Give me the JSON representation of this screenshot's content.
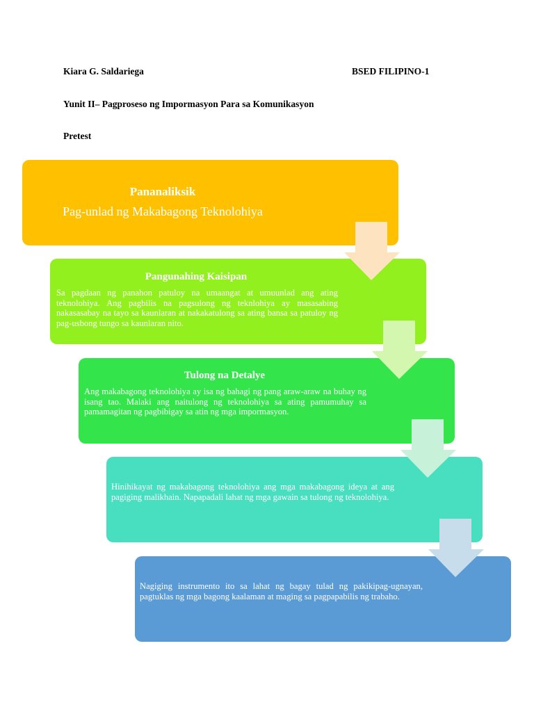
{
  "header": {
    "student_name": "Kiara G. Saldariega",
    "course": "BSED FILIPINO-1",
    "unit_title": "Yunit II– Pagproseso ng Impormasyon Para sa Komunikasyon",
    "test_type": "Pretest"
  },
  "flow": {
    "box1": {
      "title": "Pananaliksik",
      "subtitle": "Pag-unlad ng Makabagong Teknolohiya",
      "color": "#FFC000"
    },
    "box2": {
      "title": "Pangunahing Kaisipan",
      "text": "Sa pagdaan ng panahon patuloy na umaangat at umuunlad ang ating teknolohiya. Ang pagbilis na pagsulong ng teknlohiya ay masasabing nakasasabay na tayo sa kaunlaran at nakakatulong sa ating bansa sa patuloy ng pag-usbong tungo sa kaunlaran nito.",
      "color": "#92F01F"
    },
    "box3": {
      "title": "Tulong na Detalye",
      "text": "Ang makabagong teknolohiya ay isa ng bahagi ng pang araw-araw na buhay ng isang tao. Malaki ang naitulong ng teknolohiya sa ating pamumuhay sa pamamagitan ng pagbibigay sa atin ng mga impormasyon.",
      "color": "#33E54A"
    },
    "box4": {
      "text": "Hinihikayat ng makabagong teknolohiya ang mga makabagong ideya at ang pagiging malikhain. Napapadali lahat ng mga gawain sa tulong ng teknolohiya.",
      "color": "#48DFC1"
    },
    "box5": {
      "text": "Nagiging instrumento ito sa lahat ng bagay tulad ng pakikipag-ugnayan, pagtuklas ng mga bagong kaalaman at maging sa pagpapabilis ng trabaho.",
      "color": "#5B9BD5"
    },
    "arrow_colors": [
      "#FDE3C0",
      "#D4F7B0",
      "#C7F2D9",
      "#C7DDEB"
    ]
  }
}
